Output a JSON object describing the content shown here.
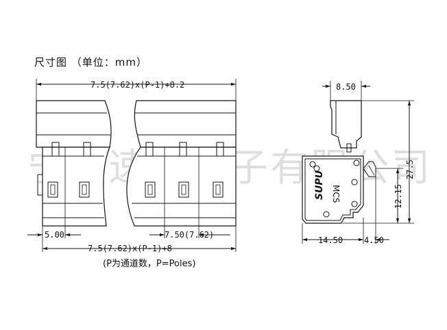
{
  "title": "尺寸图 （单位：mm）",
  "note": "(P为通道数，P=Poles)",
  "watermark": "宁波速普电子有限公司",
  "front_view": {
    "dim_top": "7.5(7.62)x(P-1)+8.2",
    "dim_left": "5.00",
    "dim_pitch": "7.50(7.62)",
    "dim_bottom": "7.5(7.62)x(P-1)+8"
  },
  "side_view": {
    "dim_top": "8.50",
    "dim_height": "27.5",
    "dim_mid": "12.15",
    "dim_bottom_left": "14.50",
    "dim_bottom_right": "4.50",
    "logo": "SUPU",
    "model": "MCS"
  }
}
